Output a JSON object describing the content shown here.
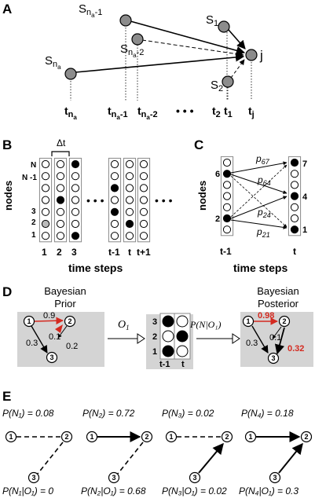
{
  "panels": {
    "A": {
      "letter": "A",
      "nodes": {
        "s_na_minus1": {
          "main": "S",
          "sub": "n",
          "subsub": "a",
          "tail": "-1"
        },
        "s_1": {
          "main": "S",
          "sub": "1"
        },
        "s_na_minus2": {
          "main": "S",
          "sub": "n",
          "subsub": "a",
          "tail": "-2"
        },
        "s_na": {
          "main": "S",
          "sub": "n",
          "subsub": "a"
        },
        "s_2": {
          "main": "S",
          "sub": "2"
        },
        "j": "j"
      },
      "time_labels": {
        "t_na": {
          "main": "t",
          "sub": "n",
          "subsub": "a"
        },
        "t_na_minus1": {
          "main": "t",
          "sub": "n",
          "subsub": "a",
          "tail": "-1"
        },
        "t_na_minus2": {
          "main": "t",
          "sub": "n",
          "subsub": "a",
          "tail": "-2"
        },
        "dots": "• • •",
        "t_2": {
          "main": "t",
          "sub": "2"
        },
        "t_1": {
          "main": "t",
          "sub": "1"
        },
        "t_j": {
          "main": "t",
          "sub": "j"
        }
      }
    },
    "B": {
      "letter": "B",
      "delta_t": "Δt",
      "y_label": "nodes",
      "row_labels": [
        "N",
        "N -1",
        "3",
        "2",
        "1"
      ],
      "x_ticks": [
        "1",
        "2",
        "3",
        "t-1",
        "t",
        "t+1"
      ],
      "dots": "• • •",
      "x_label": "time steps"
    },
    "C": {
      "letter": "C",
      "y_label": "nodes",
      "left_labels": [
        "6",
        "2"
      ],
      "right_labels": [
        "7",
        "4",
        "1"
      ],
      "edge_labels": [
        "p",
        "67",
        "p",
        "64",
        "p",
        "24",
        "p",
        "21"
      ],
      "x_ticks": [
        "t-1",
        "t"
      ],
      "x_label": "time steps"
    },
    "D": {
      "letter": "D",
      "prior_title": [
        "Bayesian",
        "Prior"
      ],
      "posterior_title": [
        "Bayesian",
        "Posterior"
      ],
      "prior_values": {
        "e12": "0.9",
        "e32": "0.1",
        "e13": "0.3",
        "e23": "0.2"
      },
      "posterior_values": {
        "e12": "0.98",
        "e32": "0.1",
        "e13": "0.3",
        "e23": "0.32"
      },
      "node_labels": [
        "1",
        "2",
        "3"
      ],
      "observation": {
        "main": "O",
        "sub": "1"
      },
      "conditional": "P(N|O₁)",
      "grid_rows": [
        "3",
        "2",
        "1"
      ],
      "grid_cols": [
        "t-1",
        "t"
      ]
    },
    "E": {
      "letter": "E",
      "networks": [
        {
          "prior": "P(N₁) = 0.08",
          "posterior": "P(N₁|O₁) = 0"
        },
        {
          "prior": "P(N₂) = 0.72",
          "posterior": "P(N₂|O₁) = 0.68"
        },
        {
          "prior": "P(N₃) = 0.02",
          "posterior": "P(N₃|O₁) = 0.02"
        },
        {
          "prior": "P(N₄) = 0.18",
          "posterior": "P(N₄|O₁) = 0.3"
        }
      ],
      "node_labels": [
        "1",
        "2",
        "3"
      ]
    }
  },
  "colors": {
    "node_gray": "#8c8c8c",
    "panel_bg": "#d4d4d4",
    "highlight": "#d42a20"
  }
}
